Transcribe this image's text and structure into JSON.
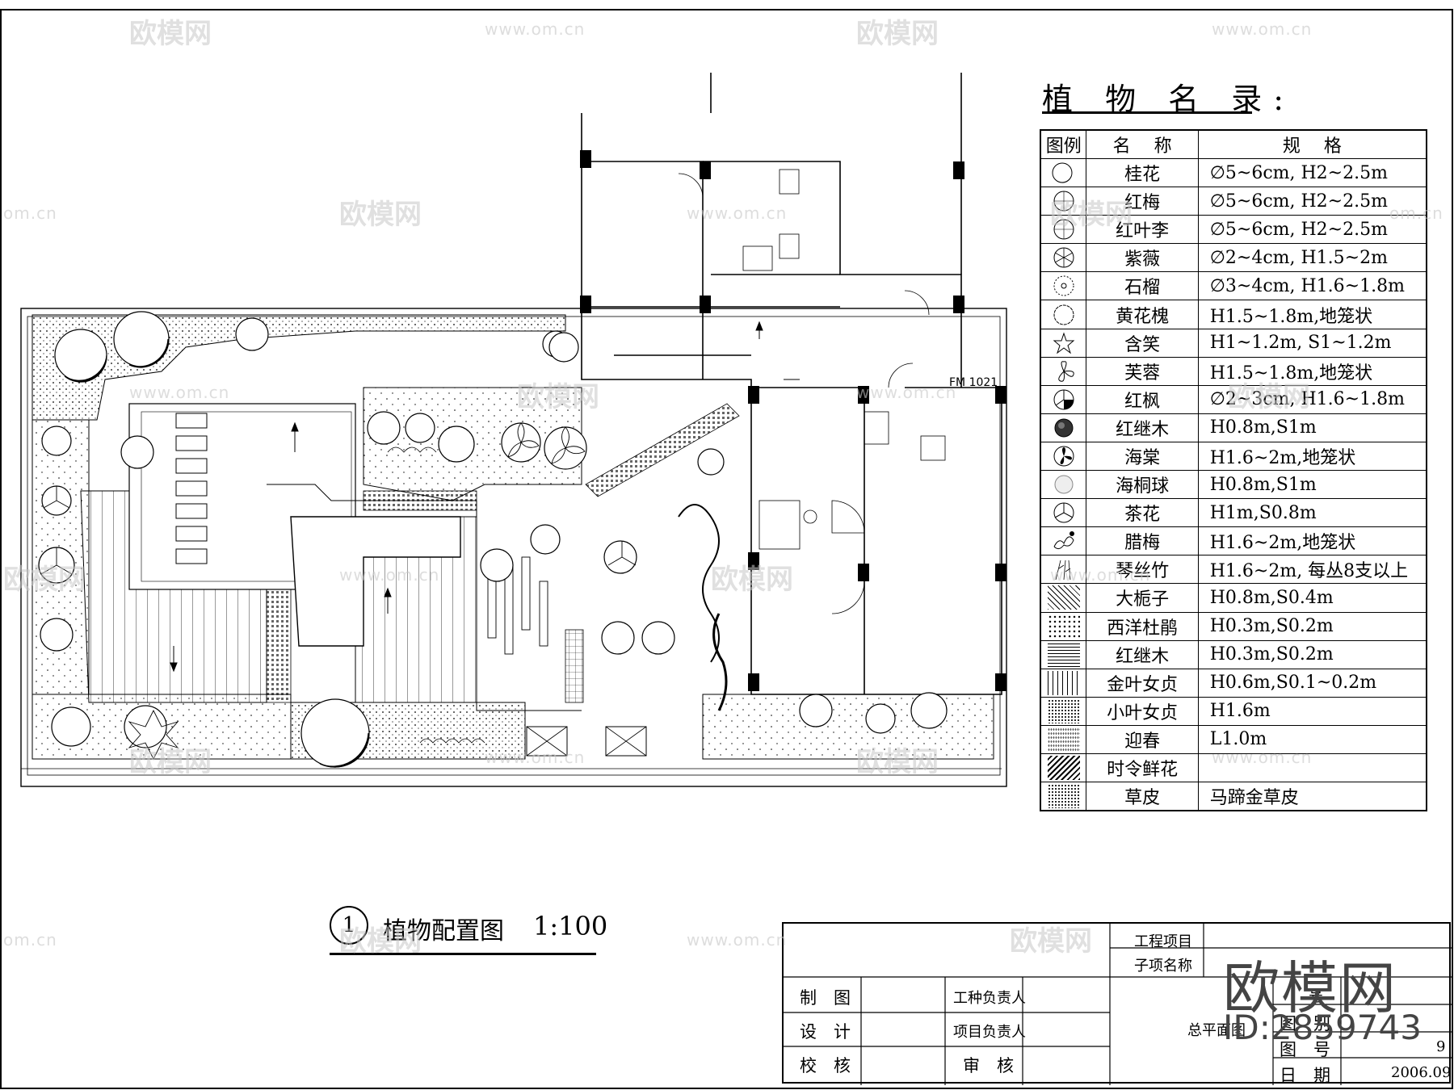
{
  "legend": {
    "title": "植 物 名 录:",
    "headers": {
      "symbol": "图例",
      "name": "名　 称",
      "spec": "规　 格"
    },
    "items": [
      {
        "name": "桂花",
        "spec": "∅5~6cm, H2~2.5m",
        "symbol": "shrub-crescent-icon"
      },
      {
        "name": "红梅",
        "spec": "∅5~6cm, H2~2.5m",
        "symbol": "tree-circle-icon"
      },
      {
        "name": "红叶李",
        "spec": "∅5~6cm, H2~2.5m",
        "symbol": "tree-circle-icon"
      },
      {
        "name": "紫薇",
        "spec": "∅2~4cm, H1.5~2m",
        "symbol": "tree-star-icon"
      },
      {
        "name": "石榴",
        "spec": "∅3~4cm, H1.6~1.8m",
        "symbol": "tree-dotted-icon"
      },
      {
        "name": "黄花槐",
        "spec": "H1.5~1.8m,地笼状",
        "symbol": "tree-scallop-icon"
      },
      {
        "name": "含笑",
        "spec": "H1~1.2m, S1~1.2m",
        "symbol": "star-shrub-icon"
      },
      {
        "name": "芙蓉",
        "spec": "H1.5~1.8m,地笼状",
        "symbol": "flower-icon"
      },
      {
        "name": "红枫",
        "spec": "∅2~3cm, H1.6~1.8m",
        "symbol": "maple-icon"
      },
      {
        "name": "红继木",
        "spec": "H0.8m,S1m",
        "symbol": "ball-dark-icon"
      },
      {
        "name": "海棠",
        "spec": "H1.6~2m,地笼状",
        "symbol": "petal-tree-icon"
      },
      {
        "name": "海桐球",
        "spec": "H0.8m,S1m",
        "symbol": "ball-light-icon"
      },
      {
        "name": "茶花",
        "spec": "H1m,S0.8m",
        "symbol": "tri-tree-icon"
      },
      {
        "name": "腊梅",
        "spec": "H1.6~2m,地笼状",
        "symbol": "wintersweet-icon"
      },
      {
        "name": "琴丝竹",
        "spec": "H1.6~2m, 每丛8支以上",
        "symbol": "bamboo-icon"
      },
      {
        "name": "大栀子",
        "spec": "H0.8m,S0.4m",
        "symbol": "hatch-a"
      },
      {
        "name": "西洋杜鹃",
        "spec": "H0.3m,S0.2m",
        "symbol": "hatch-b"
      },
      {
        "name": "红继木",
        "spec": "H0.3m,S0.2m",
        "symbol": "hatch-c"
      },
      {
        "name": "金叶女贞",
        "spec": "H0.6m,S0.1~0.2m",
        "symbol": "hatch-d"
      },
      {
        "name": "小叶女贞",
        "spec": "H1.6m",
        "symbol": "hatch-e"
      },
      {
        "name": "迎春",
        "spec": "L1.0m",
        "symbol": "hatch-g"
      },
      {
        "name": "时令鲜花",
        "spec": "",
        "symbol": "hatch-f"
      },
      {
        "name": "草皮",
        "spec": "马蹄金草皮",
        "symbol": "hatch-e"
      }
    ]
  },
  "caption": {
    "number": "1",
    "title": "植物配置图",
    "scale": "1:100"
  },
  "plan": {
    "door_label": "FM 1021"
  },
  "title_block": {
    "project_label": "工程项目",
    "subproject_label": "子项名称",
    "drawn_label": "制　图",
    "design_label": "设　计",
    "check_label": "校　核",
    "discipline_lead_label": "工种负责人",
    "project_lead_label": "项目负责人",
    "review_label": "审　核",
    "drawing_title": "总平面图",
    "number_label": "号",
    "category_label": "图　别",
    "drawing_no_label": "图　号",
    "drawing_no_value": "9",
    "date_label": "日　期",
    "date_value": "2006.09"
  },
  "watermark": {
    "logo_text": "欧模网",
    "url_text": "www.om.cn",
    "url_short": "om.cn",
    "big_text": "欧模网",
    "id_text": "ID:2859743"
  }
}
